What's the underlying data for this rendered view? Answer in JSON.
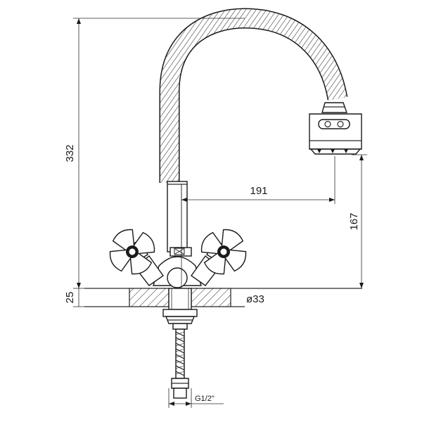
{
  "dimensions": {
    "total_height": "332",
    "spout_reach": "191",
    "spout_clearance": "167",
    "counter_thickness": "25",
    "hole_diameter": "ø33",
    "connection_thread": "G1/2\""
  }
}
